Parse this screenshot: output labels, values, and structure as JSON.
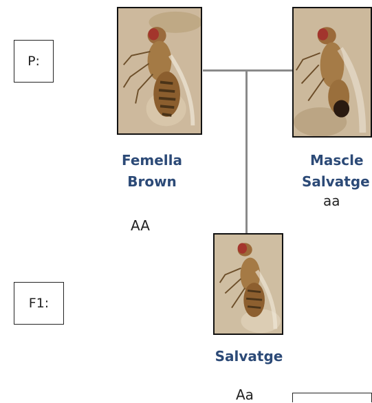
{
  "generations": {
    "parental_label": "P:",
    "f1_label": "F1:"
  },
  "female": {
    "name_line1": "Femella",
    "name_line2": "Brown",
    "genotype": "AA"
  },
  "male": {
    "name_line1": "Mascle",
    "name_line2": "Salvatge",
    "genotype": "aa"
  },
  "offspring": {
    "name": "Salvatge",
    "genotype": "Aa"
  },
  "colors": {
    "label_text": "#2c4a77",
    "connector": "#8a8a8a",
    "photo_background": "#c8b59a"
  },
  "icons": {
    "female_photo": "fruit-fly-photo",
    "male_photo": "fruit-fly-photo",
    "offspring_photo": "fruit-fly-photo"
  }
}
